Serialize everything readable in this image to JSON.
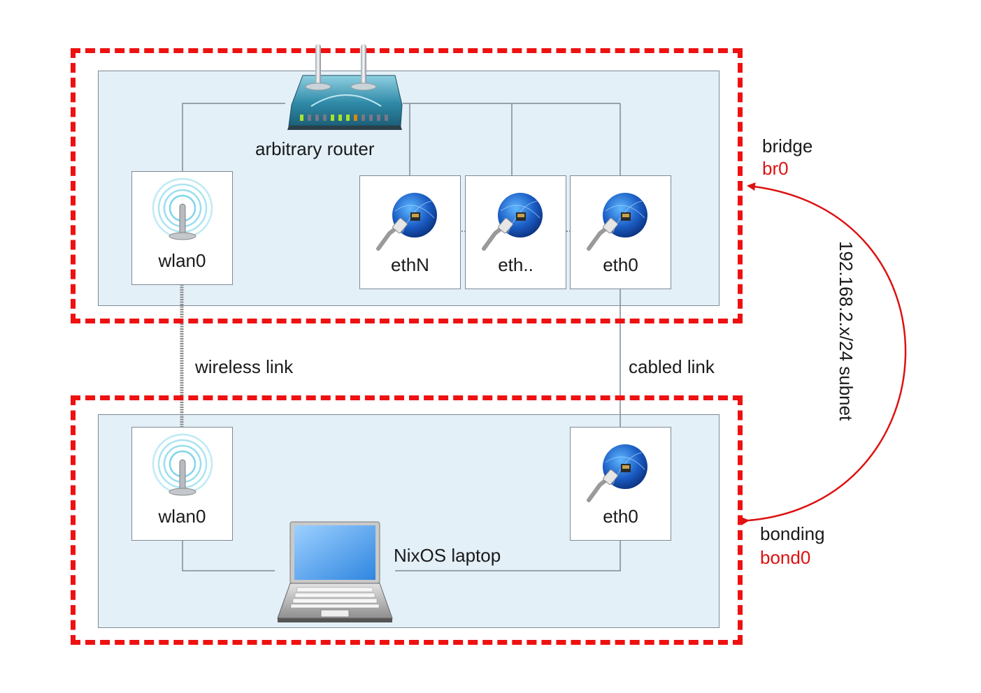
{
  "colors": {
    "group_border": "#ee1111",
    "panel_fill": "#e4f0f8",
    "panel_stroke": "#7f8a93",
    "arrow": "#dd1111",
    "interface_name": "#dd1111"
  },
  "top_group": {
    "router": {
      "label": "arbitrary router",
      "icon": "router-icon"
    },
    "nodes": [
      {
        "id": "wlan0",
        "label": "wlan0",
        "icon": "wireless-antenna-icon"
      },
      {
        "id": "ethN",
        "label": "ethN",
        "icon": "ethernet-globe-icon"
      },
      {
        "id": "eth-dots",
        "label": "eth..",
        "icon": "ethernet-globe-icon"
      },
      {
        "id": "eth0",
        "label": "eth0",
        "icon": "ethernet-globe-icon"
      }
    ],
    "type_label": "bridge",
    "interface_label": "br0"
  },
  "bottom_group": {
    "laptop": {
      "label": "NixOS laptop",
      "icon": "laptop-icon"
    },
    "nodes": [
      {
        "id": "wlan0",
        "label": "wlan0",
        "icon": "wireless-antenna-icon"
      },
      {
        "id": "eth0",
        "label": "eth0",
        "icon": "ethernet-globe-icon"
      }
    ],
    "type_label": "bonding",
    "interface_label": "bond0"
  },
  "links": {
    "wireless": "wireless link",
    "cabled": "cabled link"
  },
  "subnet_label": "192.168.2.x/24 subnet"
}
